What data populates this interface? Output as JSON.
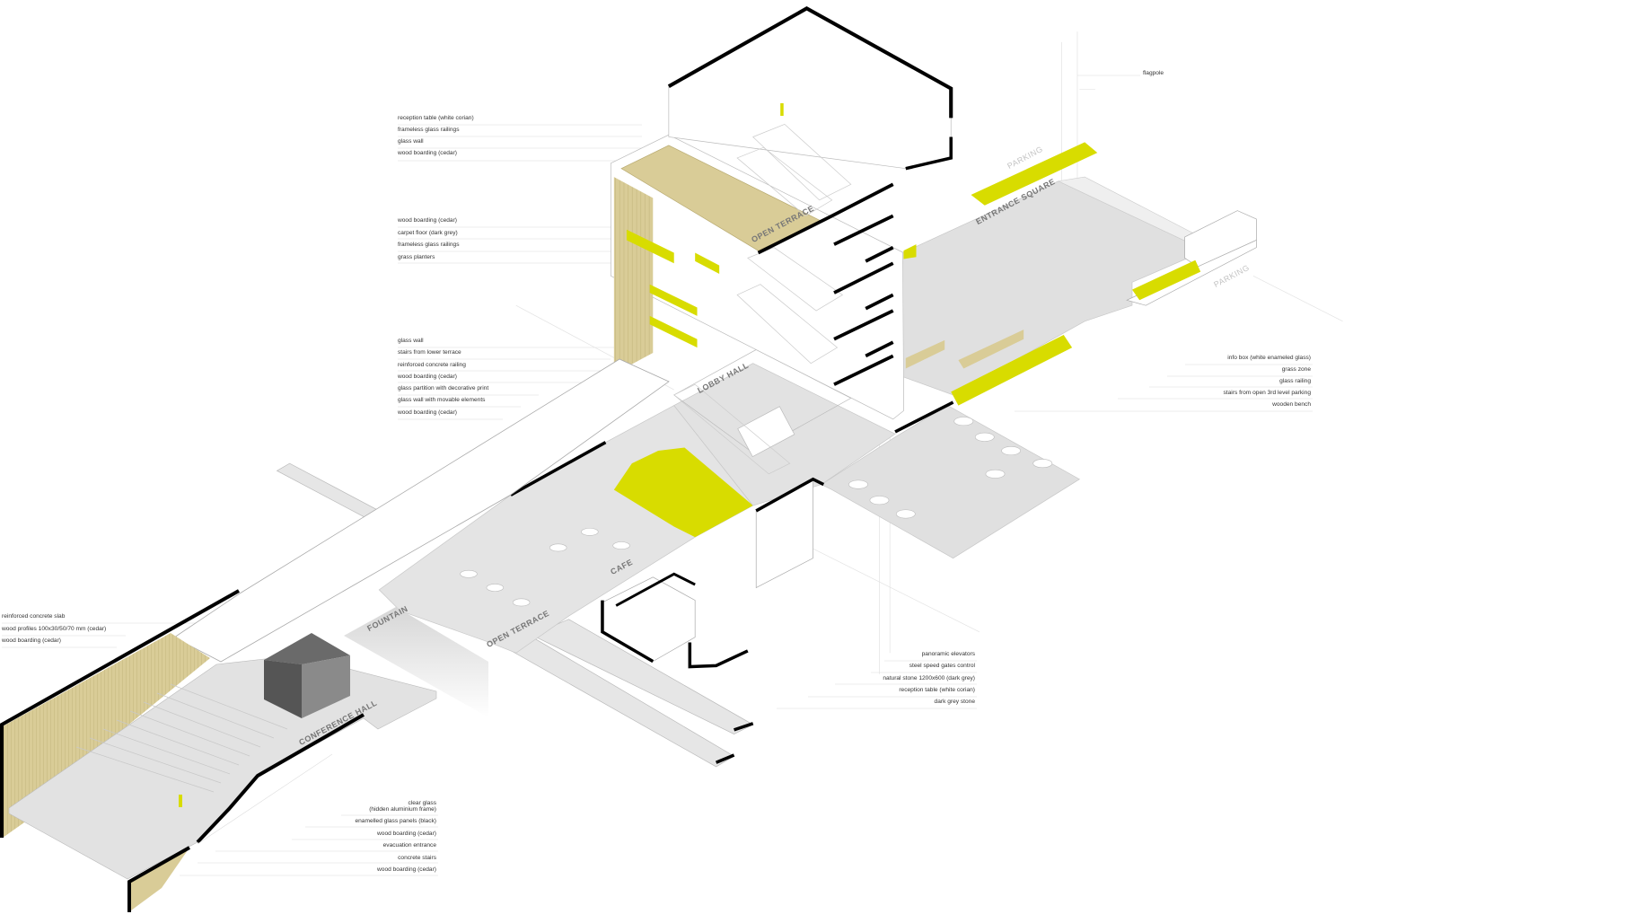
{
  "colors": {
    "wood": "#d9cc97",
    "grass": "#d8dc00",
    "floor": "#e4e4e4",
    "wall": "#000000",
    "line": "#cfcfcf"
  },
  "callouts": {
    "tower_top": [
      "reception table (white corian)",
      "frameless glass railings",
      "glass wall",
      "wood boarding (cedar)"
    ],
    "tower_mid": [
      "wood boarding (cedar)",
      "carpet floor (dark grey)",
      "frameless glass railings",
      "grass planters"
    ],
    "bridge": [
      "glass wall",
      "stairs from lower terrace",
      "reinforced concrete railing",
      "wood boarding (cedar)",
      "glass partition with decorative print",
      "glass wall with movable elements",
      "wood boarding (cedar)"
    ],
    "conference_left": [
      "reinforced concrete slab",
      "wood profiles 100x30/50/70 mm (cedar)",
      "wood boarding (cedar)"
    ],
    "conference_bottom": [
      "clear glass",
      "(hidden aluminium frame)",
      "enamelled glass panels (black)",
      "wood boarding (cedar)",
      "evacuation entrance",
      "concrete stairs",
      "wood boarding (cedar)"
    ],
    "lobby": [
      "panoramic elevators",
      "steel speed gates control",
      "natural stone 1200x600 (dark grey)",
      "reception table (white corian)",
      "dark grey stone"
    ],
    "entrance": [
      "info box (white enameled glass)",
      "grass zone",
      "glass railing",
      "stairs from open 3rd level parking",
      "wooden bench"
    ],
    "flagpole": "flagpole"
  },
  "zones": {
    "open_terrace_top": "OPEN TERRACE",
    "lobby_hall": "LOBBY HALL",
    "cafe": "CAFE",
    "fountain": "FOUNTAIN",
    "open_terrace_low": "OPEN TERRACE",
    "conference_hall": "CONFERENCE HALL",
    "entrance_square": "ENTRANCE SQUARE",
    "parking_1": "PARKING",
    "parking_2": "PARKING"
  }
}
